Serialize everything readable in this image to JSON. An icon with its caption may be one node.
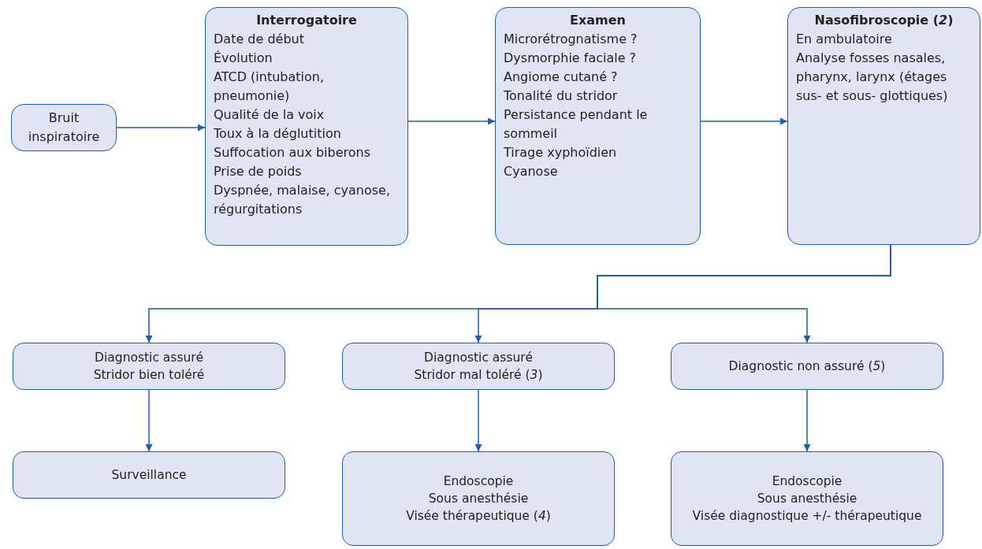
{
  "diagram": {
    "nodes": [
      {
        "text": [
          "Bruit inspiratoire"
        ]
      },
      {
        "text": [
          "Interrogatoire",
          "Date de début",
          "Évolution",
          "ATCD (intubation, pneumonie)",
          "Qualité de la voix",
          "Toux à la déglutition",
          "Suffocation aux biberons",
          "Prise de poids",
          "Dyspnée, malaise, cyanose, régurgitations"
        ]
      },
      {
        "text": [
          "Examen",
          "Microrétrognatisme ?",
          "Dysmorphie faciale ?",
          "Angiome cutané ?",
          "Tonalité du stridor",
          "Persistance pendant le sommeil",
          "Tirage xyphoïdien",
          "Cyanose"
        ]
      },
      {
        "text": [
          "Nasofibroscopie (*2*)",
          "En ambulatoire",
          "Analyse fosses nasales, pharynx, larynx (étages sus- et sous- glottiques)"
        ]
      },
      {
        "text": [
          "Diagnostic assuré",
          "Stridor bien toléré"
        ]
      },
      {
        "text": [
          "Diagnostic assuré",
          "Stridor mal toléré (*3*)"
        ]
      },
      {
        "text": [
          "Diagnostic non assuré (*5*)"
        ]
      },
      {
        "text": [
          "Surveillance"
        ]
      },
      {
        "text": [
          "Endoscopie",
          "Sous anesthésie",
          "Visée thérapeutique (*4*)"
        ]
      },
      {
        "text": [
          "Endoscopie",
          "Sous anesthésie",
          "Visée diagnostique +/- thérapeutique"
        ]
      }
    ],
    "edges": [
      {
        "from": 0,
        "to": 1,
        "arrow": "to"
      },
      {
        "from": 1,
        "to": 2,
        "arrow": "to"
      },
      {
        "from": 2,
        "to": 3,
        "arrow": "to"
      },
      {
        "from": 3,
        "to": 4,
        "arrow": "to"
      },
      {
        "from": 3,
        "to": 5,
        "arrow": "to"
      },
      {
        "from": 3,
        "to": 6,
        "arrow": "to"
      },
      {
        "from": 4,
        "to": 7,
        "arrow": "to"
      },
      {
        "from": 5,
        "to": 8,
        "arrow": "to"
      },
      {
        "from": 6,
        "to": 9,
        "arrow": "to"
      }
    ]
  }
}
